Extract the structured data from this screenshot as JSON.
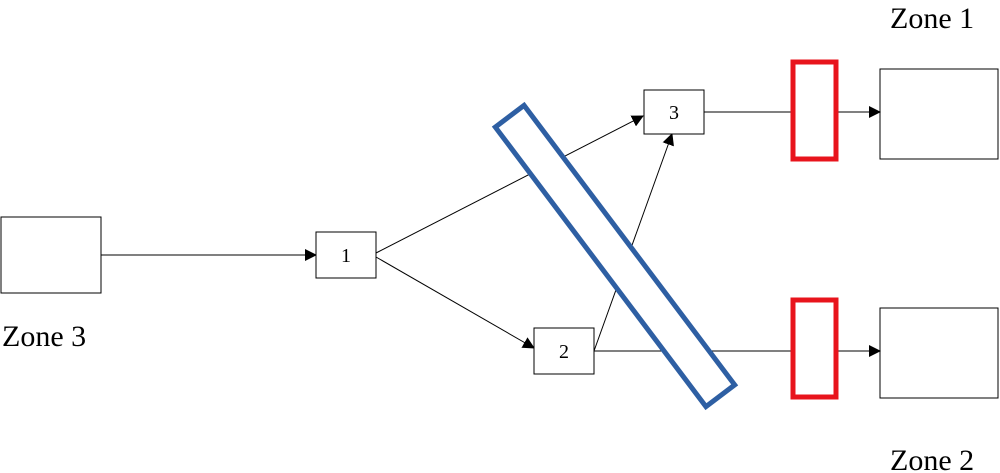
{
  "zones": {
    "zone1": {
      "label": "Zone 1"
    },
    "zone2": {
      "label": "Zone 2"
    },
    "zone3": {
      "label": "Zone 3"
    }
  },
  "nodes": {
    "node1": {
      "label": "1"
    },
    "node2": {
      "label": "2"
    },
    "node3": {
      "label": "3"
    }
  },
  "colors": {
    "line": "#000000",
    "cordon": "#2e5fa3",
    "screen": "#e8141c"
  }
}
